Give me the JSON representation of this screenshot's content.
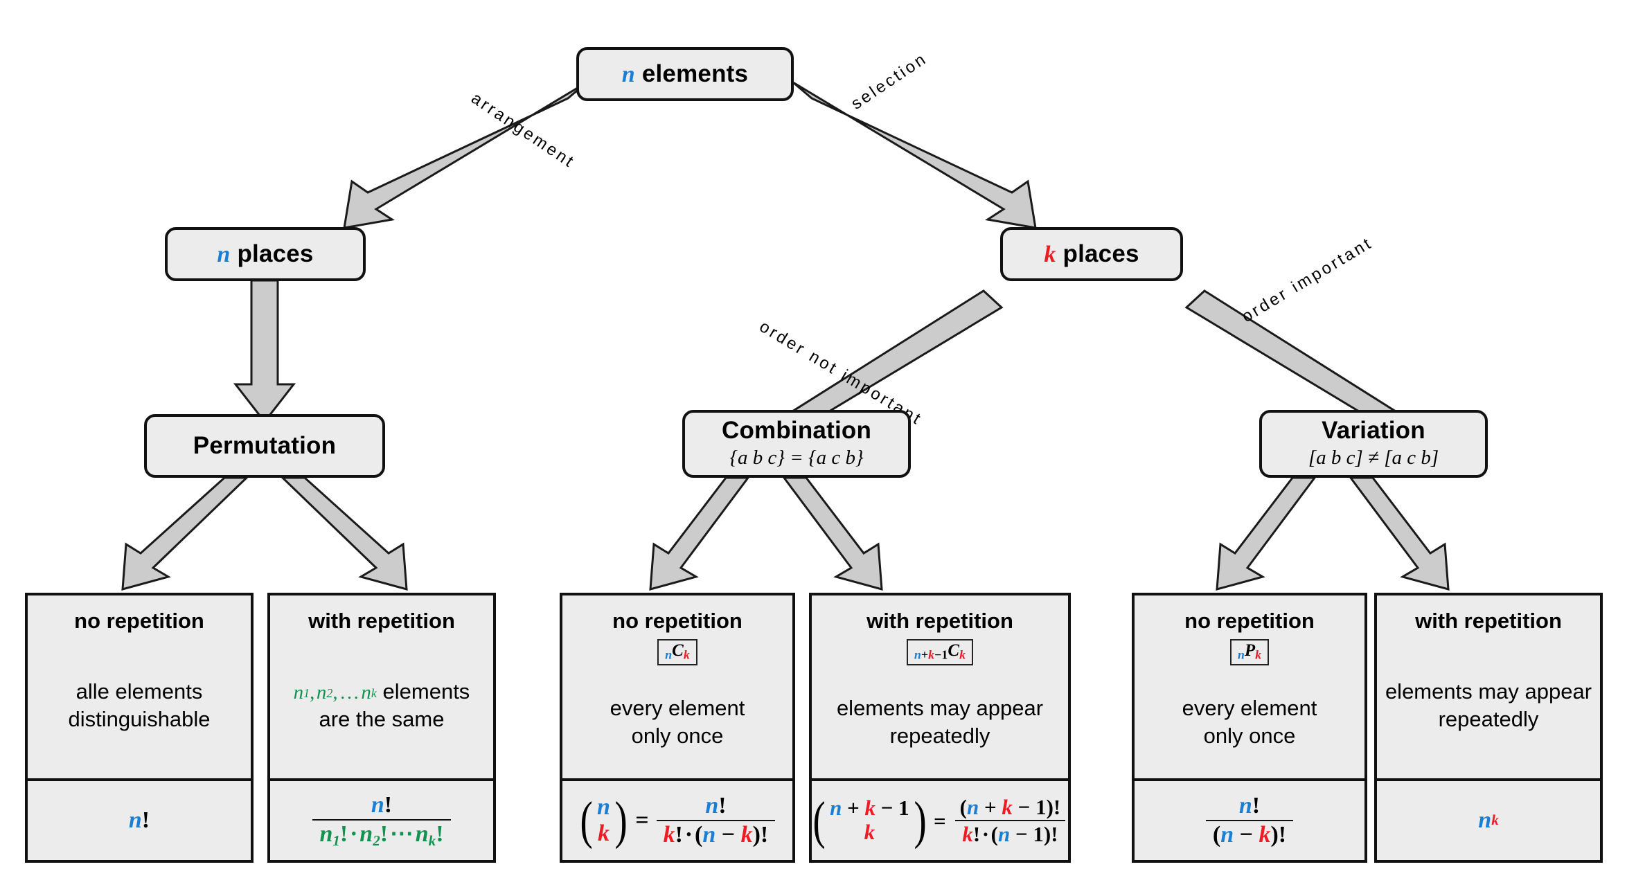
{
  "diagram": {
    "title": "Combinatorics decision tree",
    "colors": {
      "n": "#1a7fd4",
      "k": "#ee1b24",
      "sub_n": "#11934f",
      "node_fill": "#ececec",
      "node_border": "#111111",
      "arrow_fill": "#cccccc"
    }
  },
  "root": {
    "var": "n",
    "label": "elements"
  },
  "level2": {
    "left": {
      "var": "n",
      "label": "places"
    },
    "right": {
      "var": "k",
      "label": "places"
    }
  },
  "edges": {
    "arrangement": "arrangement",
    "selection": "selection",
    "order_not_important": "order not important",
    "order_important": "order important"
  },
  "level3": {
    "permutation": {
      "title": "Permutation",
      "note": ""
    },
    "combination": {
      "title": "Combination",
      "note": "{a b c} = {a c b}"
    },
    "variation": {
      "title": "Variation",
      "note": "[a b c] ≠ [a c b]"
    }
  },
  "leaves": [
    {
      "id": "permutation-no-repetition",
      "title": "no repetition",
      "badge": null,
      "desc": "alle elements\ndistinguishable",
      "formula": "n!"
    },
    {
      "id": "permutation-with-repetition",
      "title": "with repetition",
      "badge": null,
      "desc_math": "n₁, n₂, … nₖ elements",
      "desc": "are the same",
      "formula": "n! / (n₁! · n₂! ⋯ nₖ!)"
    },
    {
      "id": "combination-no-repetition",
      "title": "no repetition",
      "badge": "nCk",
      "desc": "every element\nonly once",
      "formula": "(n choose k) = n! / (k! · (n − k)!)"
    },
    {
      "id": "combination-with-repetition",
      "title": "with repetition",
      "badge": "n+k−1Ck",
      "desc": "elements may appear\nrepeatedly",
      "formula": "(n+k−1 choose k) = (n + k − 1)! / (k! · (n − 1)!)"
    },
    {
      "id": "variation-no-repetition",
      "title": "no repetition",
      "badge": "nPk",
      "desc": "every element\nonly once",
      "formula": "n! / (n − k)!"
    },
    {
      "id": "variation-with-repetition",
      "title": "with repetition",
      "badge": null,
      "desc": "elements may appear\nrepeatedly",
      "formula": "nᵏ"
    }
  ],
  "text": {
    "no_repetition": "no repetition",
    "with_repetition": "with repetition",
    "every_element": "every element",
    "only_once": "only once",
    "elements_may_appear": "elements may appear",
    "repeatedly": "repeatedly",
    "alle_elements": "alle elements",
    "distinguishable": "distinguishable",
    "are_the_same": "are the same",
    "elements_word": "elements"
  }
}
